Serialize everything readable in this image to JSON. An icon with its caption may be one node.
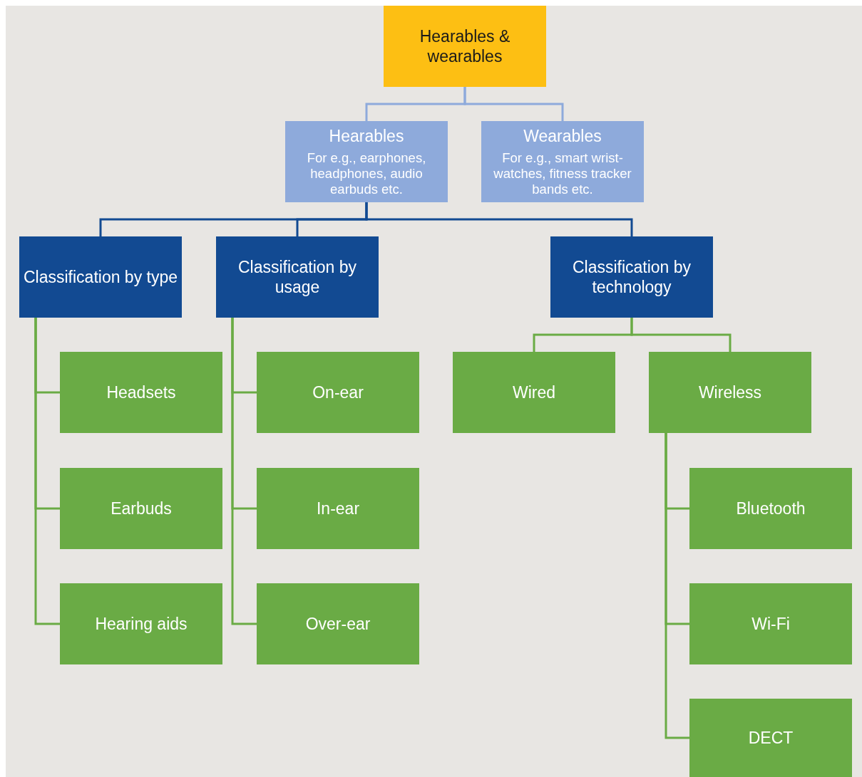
{
  "diagram": {
    "nodes": [
      {
        "text": [
          "Hearables & wearables"
        ]
      },
      {
        "text": [
          "Hearables",
          "For e.g., earphones, headphones, audio earbuds etc."
        ]
      },
      {
        "text": [
          "Wearables",
          "For e.g., smart wrist-watches, fitness tracker bands etc."
        ]
      },
      {
        "text": [
          "Classification by type"
        ]
      },
      {
        "text": [
          "Classification by usage"
        ]
      },
      {
        "text": [
          "Classification by technology"
        ]
      },
      {
        "text": [
          "Headsets"
        ]
      },
      {
        "text": [
          "Earbuds"
        ]
      },
      {
        "text": [
          "Hearing aids"
        ]
      },
      {
        "text": [
          "On-ear"
        ]
      },
      {
        "text": [
          "In-ear"
        ]
      },
      {
        "text": [
          "Over-ear"
        ]
      },
      {
        "text": [
          "Wired"
        ]
      },
      {
        "text": [
          "Wireless"
        ]
      },
      {
        "text": [
          "Bluetooth"
        ]
      },
      {
        "text": [
          "Wi-Fi"
        ]
      },
      {
        "text": [
          "DECT"
        ]
      }
    ],
    "edges": [
      {
        "from": 0,
        "to": 1,
        "arrow": "none",
        "color": "#8eaadb"
      },
      {
        "from": 0,
        "to": 2,
        "arrow": "none",
        "color": "#8eaadb"
      },
      {
        "from": 1,
        "to": 3,
        "arrow": "none",
        "color": "#124a92"
      },
      {
        "from": 1,
        "to": 4,
        "arrow": "none",
        "color": "#124a92"
      },
      {
        "from": 1,
        "to": 5,
        "arrow": "none",
        "color": "#124a92"
      },
      {
        "from": 3,
        "to": 6,
        "arrow": "none"
      },
      {
        "from": 3,
        "to": 7,
        "arrow": "none"
      },
      {
        "from": 3,
        "to": 8,
        "arrow": "none"
      },
      {
        "from": 4,
        "to": 9,
        "arrow": "none"
      },
      {
        "from": 4,
        "to": 10,
        "arrow": "none"
      },
      {
        "from": 4,
        "to": 11,
        "arrow": "none"
      },
      {
        "from": 5,
        "to": 12,
        "arrow": "none"
      },
      {
        "from": 5,
        "to": 13,
        "arrow": "none"
      },
      {
        "from": 13,
        "to": 14,
        "arrow": "none"
      },
      {
        "from": 13,
        "to": 15,
        "arrow": "none"
      },
      {
        "from": 13,
        "to": 16,
        "arrow": "none"
      }
    ]
  }
}
